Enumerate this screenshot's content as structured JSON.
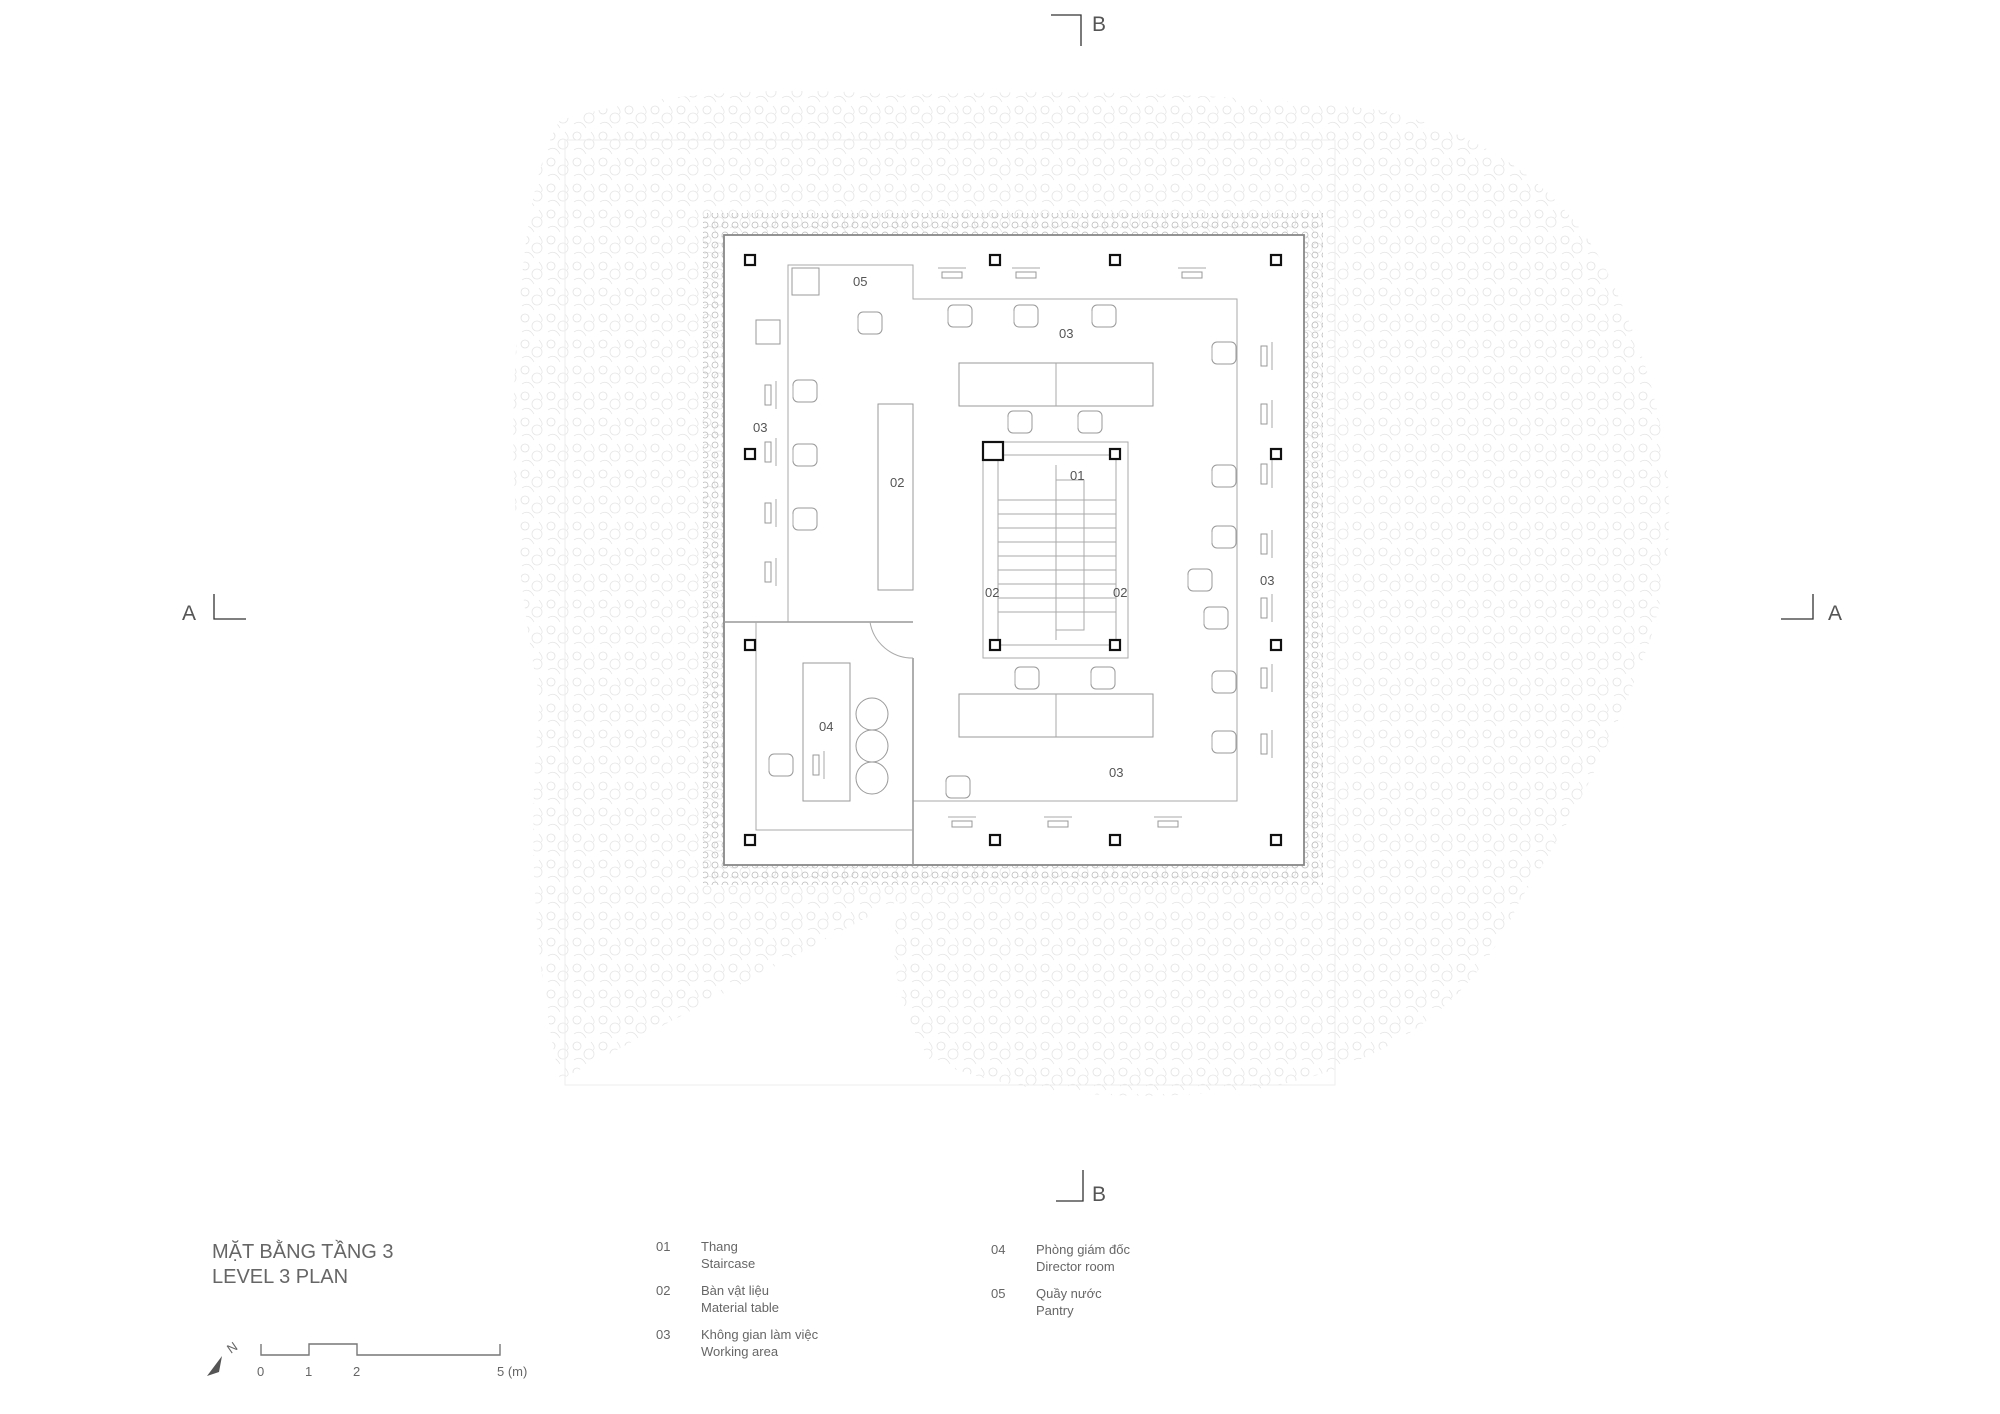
{
  "drawing": {
    "title_vi": "MẶT BẰNG TẦNG 3",
    "title_en": "LEVEL 3 PLAN",
    "section_marks": {
      "top": "B",
      "bottom": "B",
      "left": "A",
      "right": "A"
    },
    "room_tags": {
      "pantry": "05",
      "work_top": "03",
      "work_left": "03",
      "material_left": "02",
      "stair": "01",
      "material_stair_left": "02",
      "material_stair_right": "02",
      "work_right": "03",
      "director": "04",
      "work_bottom": "03"
    },
    "colors": {
      "line": "#999999",
      "column": "#111111",
      "foliage": "#e4e4e4",
      "text": "#666666"
    }
  },
  "legend": {
    "items": [
      {
        "num": "01",
        "vi": "Thang",
        "en": "Staircase"
      },
      {
        "num": "02",
        "vi": "Bàn vật liệu",
        "en": "Material table"
      },
      {
        "num": "03",
        "vi": "Không gian làm việc",
        "en": "Working area"
      },
      {
        "num": "04",
        "vi": "Phòng giám đốc",
        "en": "Director room"
      },
      {
        "num": "05",
        "vi": "Quầy nước",
        "en": "Pantry"
      }
    ]
  },
  "scale_bar": {
    "ticks": [
      "0",
      "1",
      "2",
      "5 (m)"
    ],
    "north_label": "N",
    "north_icon": "north-arrow-icon"
  }
}
